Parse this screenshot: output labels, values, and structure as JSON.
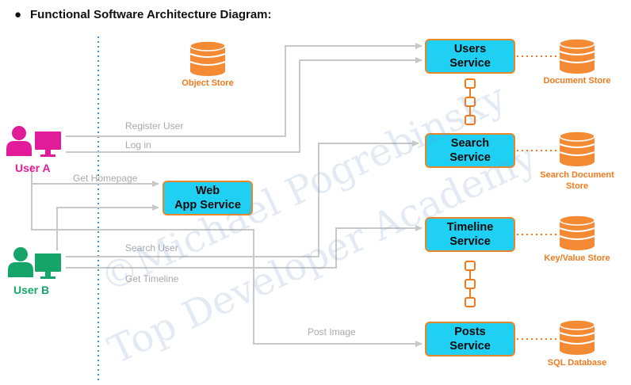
{
  "heading": {
    "bullet": "●",
    "text": "Functional Software Architecture Diagram:"
  },
  "services": {
    "users": [
      "Users",
      "Service"
    ],
    "search": [
      "Search",
      "Service"
    ],
    "timeline": [
      "Timeline",
      "Service"
    ],
    "posts": [
      "Posts",
      "Service"
    ],
    "webapp": [
      "Web",
      "App Service"
    ]
  },
  "stores": {
    "object": "Object Store",
    "document": "Document Store",
    "search_doc": [
      "Search Document",
      "Store"
    ],
    "keyvalue": "Key/Value Store",
    "sql": "SQL Database"
  },
  "users": {
    "a": "User A",
    "b": "User B"
  },
  "edges": {
    "register": "Register User",
    "login": "Log in",
    "homepage": "Get Homepage",
    "search_user": "Search User",
    "timeline": "Get Timeline",
    "post_image": "Post Image"
  },
  "watermark": {
    "line1": "©Michael Pogrebinsky",
    "line2": "Top Developer Academy"
  },
  "colors": {
    "service_fill": "#1fd0f2",
    "accent_orange": "#f07a1e",
    "user_a": "#e21b9b",
    "user_b": "#16a569",
    "arrow": "#c8c8c8",
    "divider": "#3a8fd6"
  }
}
